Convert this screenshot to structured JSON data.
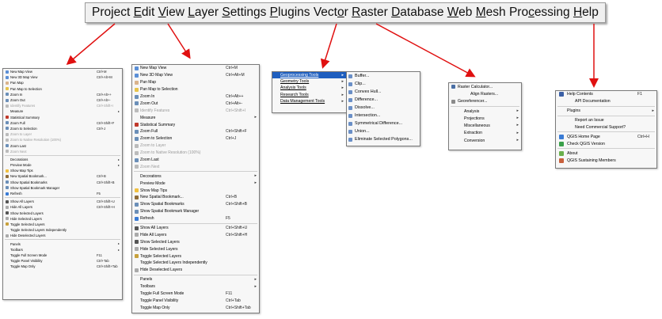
{
  "menubar": [
    "Project",
    "Edit",
    "View",
    "Layer",
    "Settings",
    "Plugins",
    "Vector",
    "Raster",
    "Database",
    "Web",
    "Mesh",
    "Processing",
    "Help"
  ],
  "menubar_underline": [
    3,
    0,
    0,
    0,
    0,
    0,
    4,
    0,
    0,
    0,
    0,
    3,
    0
  ],
  "arrow_color": "#e01010",
  "highlight_color": "#1f5fbf",
  "view_menu_items": [
    {
      "label": "New Map View",
      "shortcut": "Ctrl+M",
      "icon": "new-map-view-icon",
      "color": "#5b8fd6"
    },
    {
      "label": "New 3D Map View",
      "shortcut": "Ctrl+Alt+M",
      "icon": "new-3d-map-view-icon",
      "color": "#5b8fd6"
    },
    {
      "label": "Pan Map",
      "shortcut": "",
      "icon": "pan-hand-icon",
      "color": "#d9b38c"
    },
    {
      "label": "Pan Map to Selection",
      "shortcut": "",
      "icon": "pan-selection-icon",
      "color": "#e6c34a"
    },
    {
      "label": "Zoom In",
      "shortcut": "Ctrl+Alt++",
      "icon": "zoom-in-icon",
      "color": "#6b8fb8"
    },
    {
      "label": "Zoom Out",
      "shortcut": "Ctrl+Alt+-",
      "icon": "zoom-out-icon",
      "color": "#6b8fb8"
    },
    {
      "label": "Identify Features",
      "shortcut": "Ctrl+Shift+I",
      "icon": "identify-icon",
      "color": "#bbbbbb",
      "disabled": true
    },
    {
      "label": "Measure",
      "shortcut": "",
      "icon": "",
      "submenu": true
    },
    {
      "label": "Statistical Summary",
      "shortcut": "",
      "icon": "sigma-icon",
      "color": "#c0392b"
    },
    {
      "label": "Zoom Full",
      "shortcut": "Ctrl+Shift+F",
      "icon": "zoom-full-icon",
      "color": "#6b8fb8"
    },
    {
      "label": "Zoom to Selection",
      "shortcut": "Ctrl+J",
      "icon": "zoom-selection-icon",
      "color": "#6b8fb8"
    },
    {
      "label": "Zoom to Layer",
      "shortcut": "",
      "icon": "zoom-layer-icon",
      "color": "#bbbbbb",
      "disabled": true
    },
    {
      "label": "Zoom to Native Resolution (100%)",
      "shortcut": "",
      "icon": "zoom-native-icon",
      "color": "#bbbbbb",
      "disabled": true
    },
    {
      "label": "Zoom Last",
      "shortcut": "",
      "icon": "zoom-last-icon",
      "color": "#6b8fb8"
    },
    {
      "label": "Zoom Next",
      "shortcut": "",
      "icon": "zoom-next-icon",
      "color": "#bbbbbb",
      "disabled": true
    },
    {
      "sep": true
    },
    {
      "label": "Decorations",
      "shortcut": "",
      "icon": "",
      "submenu": true
    },
    {
      "label": "Preview Mode",
      "shortcut": "",
      "icon": "",
      "submenu": true
    },
    {
      "label": "Show Map Tips",
      "shortcut": "",
      "icon": "map-tips-icon",
      "color": "#f0c040"
    },
    {
      "label": "New Spatial Bookmark...",
      "shortcut": "Ctrl+B",
      "icon": "bookmark-new-icon",
      "color": "#8e6c3a"
    },
    {
      "label": "Show Spatial Bookmarks",
      "shortcut": "Ctrl+Shift+B",
      "icon": "bookmarks-icon",
      "color": "#6b8fb8"
    },
    {
      "label": "Show Spatial Bookmark Manager",
      "shortcut": "",
      "icon": "bookmark-manager-icon",
      "color": "#6b8fb8"
    },
    {
      "label": "Refresh",
      "shortcut": "F5",
      "icon": "refresh-icon",
      "color": "#3a7bd5"
    },
    {
      "sep": true
    },
    {
      "label": "Show All Layers",
      "shortcut": "Ctrl+Shift+U",
      "icon": "eye-icon",
      "color": "#555555"
    },
    {
      "label": "Hide All Layers",
      "shortcut": "Ctrl+Shift+H",
      "icon": "eye-closed-icon",
      "color": "#aaaaaa"
    },
    {
      "label": "Show Selected Layers",
      "shortcut": "",
      "icon": "show-selected-icon",
      "color": "#555555"
    },
    {
      "label": "Hide Selected Layers",
      "shortcut": "",
      "icon": "hide-selected-icon",
      "color": "#aaaaaa"
    },
    {
      "label": "Toggle Selected Layers",
      "shortcut": "",
      "icon": "toggle-layers-icon",
      "color": "#c8a13c"
    },
    {
      "label": "Toggle Selected Layers Independently",
      "shortcut": "",
      "icon": "",
      "color": ""
    },
    {
      "label": "Hide Deselected Layers",
      "shortcut": "",
      "icon": "hide-deselected-icon",
      "color": "#aaaaaa"
    },
    {
      "sep": true
    },
    {
      "label": "Panels",
      "shortcut": "",
      "icon": "",
      "submenu": true
    },
    {
      "label": "Toolbars",
      "shortcut": "",
      "icon": "",
      "submenu": true
    },
    {
      "label": "Toggle Full Screen Mode",
      "shortcut": "F11",
      "icon": "",
      "color": ""
    },
    {
      "label": "Toggle Panel Visibility",
      "shortcut": "Ctrl+Tab",
      "icon": "",
      "color": ""
    },
    {
      "label": "Toggle Map Only",
      "shortcut": "Ctrl+Shift+Tab",
      "icon": "",
      "color": ""
    }
  ],
  "vector_menu": [
    {
      "label": "Geoprocessing Tools",
      "highlighted": true
    },
    {
      "label": "Geometry Tools"
    },
    {
      "label": "Analysis Tools"
    },
    {
      "label": "Research Tools"
    },
    {
      "label": "Data Management Tools"
    }
  ],
  "geoprocessing_submenu": [
    {
      "label": "Buffer...",
      "icon": "buffer-icon",
      "color": "#6a8fc7"
    },
    {
      "label": "Clip...",
      "icon": "clip-icon",
      "color": "#6a8fc7"
    },
    {
      "label": "Convex Hull...",
      "icon": "convex-hull-icon",
      "color": "#6a8fc7"
    },
    {
      "label": "Difference...",
      "icon": "difference-icon",
      "color": "#6a8fc7"
    },
    {
      "label": "Dissolve...",
      "icon": "dissolve-icon",
      "color": "#6a8fc7"
    },
    {
      "label": "Intersection...",
      "icon": "intersection-icon",
      "color": "#6a8fc7"
    },
    {
      "label": "Symmetrical Difference...",
      "icon": "sym-difference-icon",
      "color": "#6a8fc7"
    },
    {
      "label": "Union...",
      "icon": "union-icon",
      "color": "#6a8fc7"
    },
    {
      "label": "Eliminate Selected Polygons...",
      "icon": "eliminate-icon",
      "color": "#6a8fc7"
    }
  ],
  "raster_menu": [
    {
      "label": "Raster Calculator...",
      "icon": "raster-calculator-icon",
      "color": "#4a6fa5"
    },
    {
      "label": "Align Rasters...",
      "icon": "",
      "color": ""
    },
    {
      "label": "Georeferencer...",
      "icon": "georeferencer-icon",
      "color": "#8a8a8a"
    },
    {
      "sep": true
    },
    {
      "label": "Analysis",
      "submenu": true
    },
    {
      "label": "Projections",
      "submenu": true
    },
    {
      "label": "Miscellaneous",
      "submenu": true
    },
    {
      "label": "Extraction",
      "submenu": true
    },
    {
      "label": "Conversion",
      "submenu": true
    }
  ],
  "help_menu": [
    {
      "label": "Help Contents",
      "shortcut": "F1",
      "icon": "help-contents-icon",
      "color": "#3a5fa5"
    },
    {
      "label": "API Documentation",
      "shortcut": "",
      "icon": "",
      "color": ""
    },
    {
      "sep": true
    },
    {
      "label": "Plugins",
      "shortcut": "",
      "submenu": true
    },
    {
      "sep": true
    },
    {
      "label": "Report an Issue",
      "shortcut": "",
      "icon": "",
      "color": ""
    },
    {
      "label": "Need Commercial Support?",
      "shortcut": "",
      "icon": "",
      "color": ""
    },
    {
      "sep": true
    },
    {
      "label": "QGIS Home Page",
      "shortcut": "Ctrl+H",
      "icon": "qgis-home-icon",
      "color": "#3a7bd5"
    },
    {
      "label": "Check QGIS Version",
      "shortcut": "",
      "icon": "check-icon",
      "color": "#3aa04a"
    },
    {
      "sep": true
    },
    {
      "label": "About",
      "shortcut": "",
      "icon": "qgis-logo-icon",
      "color": "#6ab04c"
    },
    {
      "label": "QGIS Sustaining Members",
      "shortcut": "",
      "icon": "sustaining-icon",
      "color": "#c8603c"
    }
  ],
  "view_menu_small_underline_note": ""
}
